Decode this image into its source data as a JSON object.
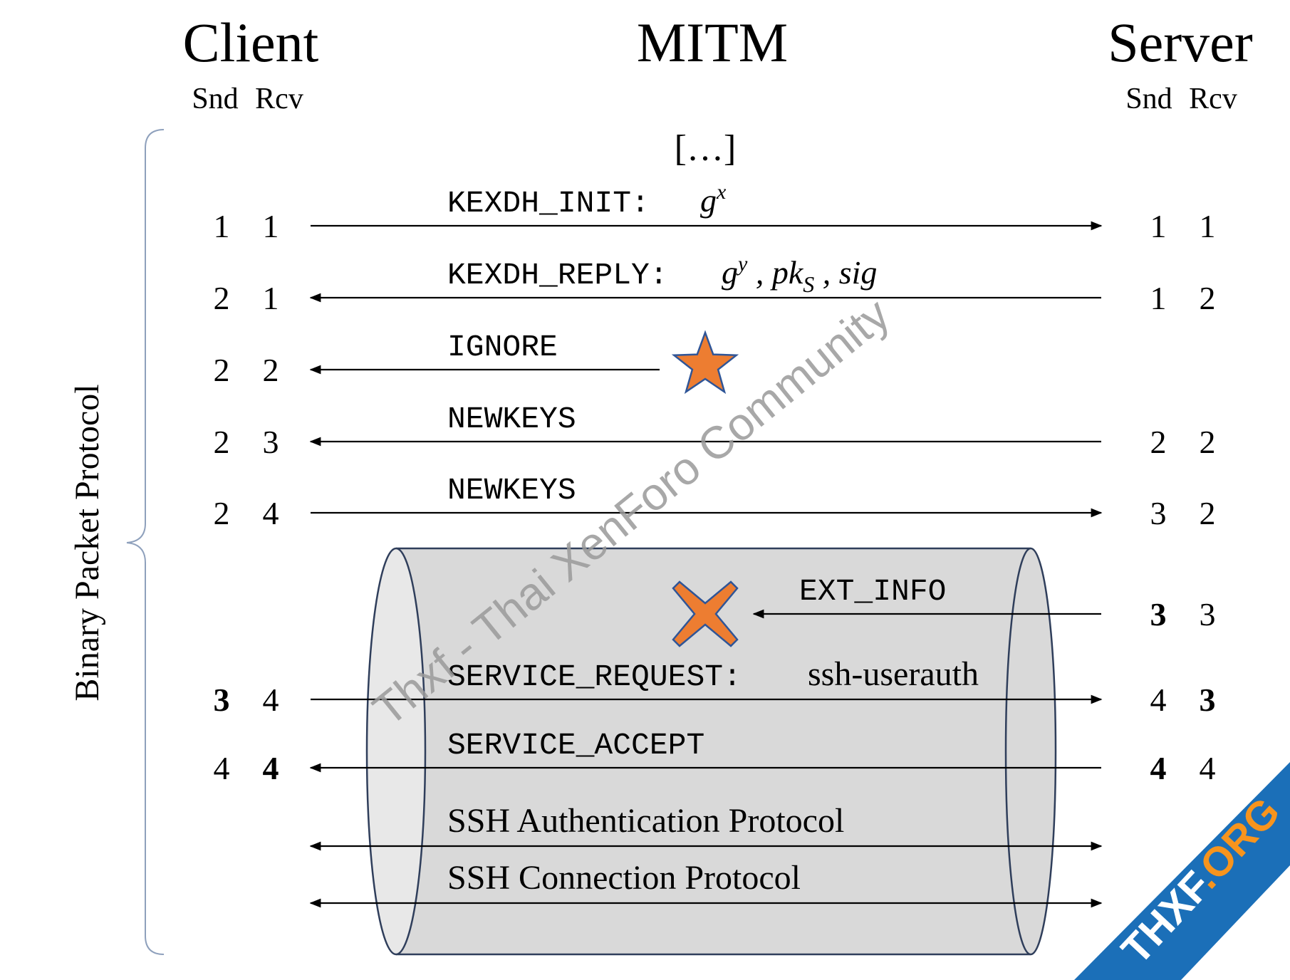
{
  "headers": {
    "client": "Client",
    "mitm": "MITM",
    "server": "Server",
    "client_cols": [
      "Snd",
      "Rcv"
    ],
    "server_cols": [
      "Snd",
      "Rcv"
    ]
  },
  "ellipsis": "[…]",
  "brace_label": "Binary Packet Protocol",
  "rows": [
    {
      "id": "kexdh-init",
      "label": "KEXDH_INIT:",
      "direction": "right",
      "client": [
        "1",
        "1"
      ],
      "server": [
        "1",
        "1"
      ],
      "client_bold": [
        false,
        false
      ],
      "server_bold": [
        false,
        false
      ]
    },
    {
      "id": "kexdh-reply",
      "label": "KEXDH_REPLY:",
      "direction": "left",
      "client": [
        "2",
        "1"
      ],
      "server": [
        "1",
        "2"
      ],
      "client_bold": [
        false,
        false
      ],
      "server_bold": [
        false,
        false
      ]
    },
    {
      "id": "ignore",
      "label": "IGNORE",
      "direction": "left",
      "injected": true,
      "client": [
        "2",
        "2"
      ],
      "server": null,
      "client_bold": [
        false,
        false
      ]
    },
    {
      "id": "newkeys-1",
      "label": "NEWKEYS",
      "direction": "left",
      "client": [
        "2",
        "3"
      ],
      "server": [
        "2",
        "2"
      ],
      "client_bold": [
        false,
        false
      ],
      "server_bold": [
        false,
        false
      ]
    },
    {
      "id": "newkeys-2",
      "label": "NEWKEYS",
      "direction": "right",
      "client": [
        "2",
        "4"
      ],
      "server": [
        "3",
        "2"
      ],
      "client_bold": [
        false,
        false
      ],
      "server_bold": [
        false,
        false
      ]
    },
    {
      "id": "ext-info",
      "label": "EXT_INFO",
      "direction": "left",
      "dropped": true,
      "client": null,
      "server": [
        "3",
        "3"
      ],
      "server_bold": [
        true,
        false
      ]
    },
    {
      "id": "service-request",
      "label": "SERVICE_REQUEST:",
      "label_suffix": "ssh-userauth",
      "direction": "right",
      "client": [
        "3",
        "4"
      ],
      "server": [
        "4",
        "3"
      ],
      "client_bold": [
        true,
        false
      ],
      "server_bold": [
        false,
        true
      ]
    },
    {
      "id": "service-accept",
      "label": "SERVICE_ACCEPT",
      "direction": "left",
      "client": [
        "4",
        "4"
      ],
      "server": [
        "4",
        "4"
      ],
      "client_bold": [
        false,
        true
      ],
      "server_bold": [
        true,
        false
      ]
    },
    {
      "id": "ssh-auth",
      "label": "SSH Authentication Protocol",
      "direction": "both"
    },
    {
      "id": "ssh-conn",
      "label": "SSH Connection Protocol",
      "direction": "both"
    }
  ],
  "math": {
    "kexdh_init": {
      "base": "g",
      "exp": "x"
    },
    "kexdh_reply": {
      "base1": "g",
      "exp1": "y",
      "sep1": " , ",
      "pk": "pk",
      "pk_sub": "S",
      "sep2": " , ",
      "sig": "sig"
    }
  },
  "colors": {
    "star": "#ED7D31",
    "cross": "#ED7D31",
    "marker_outline": "#2F5597",
    "tunnel_fill": "#D9D9D9",
    "tunnel_end": "#E8E8E8",
    "tunnel_stroke": "#2F3E5B",
    "brace": "#8EA0BC",
    "watermark": "#9A9A9A",
    "ribbon": "#1B6FB8",
    "ribbon_accent": "#F7941D"
  },
  "watermark": "Thxf - Thai XenForo Community",
  "ribbon": {
    "prefix": "THXF",
    "suffix": ".ORG"
  }
}
